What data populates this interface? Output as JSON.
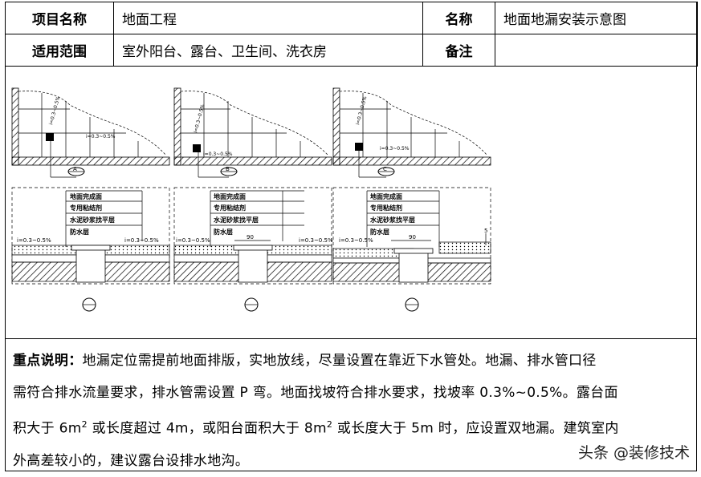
{
  "header": {
    "row1": {
      "label1": "项目名称",
      "value1": "地面工程",
      "label2": "名称",
      "value2": "地面地漏安装示意图"
    },
    "row2": {
      "label1": "适用范围",
      "value1": "室外阳台、露台、卫生间、洗衣房",
      "label2": "备注",
      "value2": ""
    }
  },
  "diagrams": {
    "markers": [
      "A",
      "B",
      "C"
    ],
    "slope_labels": [
      "i=0.3~0.5%",
      "i=0.3~0.5%",
      "i=0.3~0.5%",
      "i=0.3~0.5%",
      "i=0.3~0.5%"
    ],
    "layers": [
      "地面完成面",
      "专用粘结剂",
      "水泥砂浆找平层",
      "防水层"
    ],
    "dim_90": "90",
    "dim_5": "5"
  },
  "note": {
    "title": "重点说明：",
    "line1": "地漏定位需提前地面排版，实地放线，尽量设置在靠近下水管处。地漏、排水管口径",
    "line2": "需符合排水流量要求，排水管需设置 P 弯。地面找坡符合排水要求，找坡率 0.3%~0.5%。露台面",
    "line3a": "积大于 6m",
    "line3b": "2",
    "line3c": " 或长度超过 4m，或阳台面积大于 8m",
    "line3d": "2",
    "line3e": " 或长度大于 5m 时，应设置双地漏。建筑室内",
    "line4": "外高差较小的，建议露台设排水地沟。"
  },
  "watermark": "头条 @装修技术"
}
